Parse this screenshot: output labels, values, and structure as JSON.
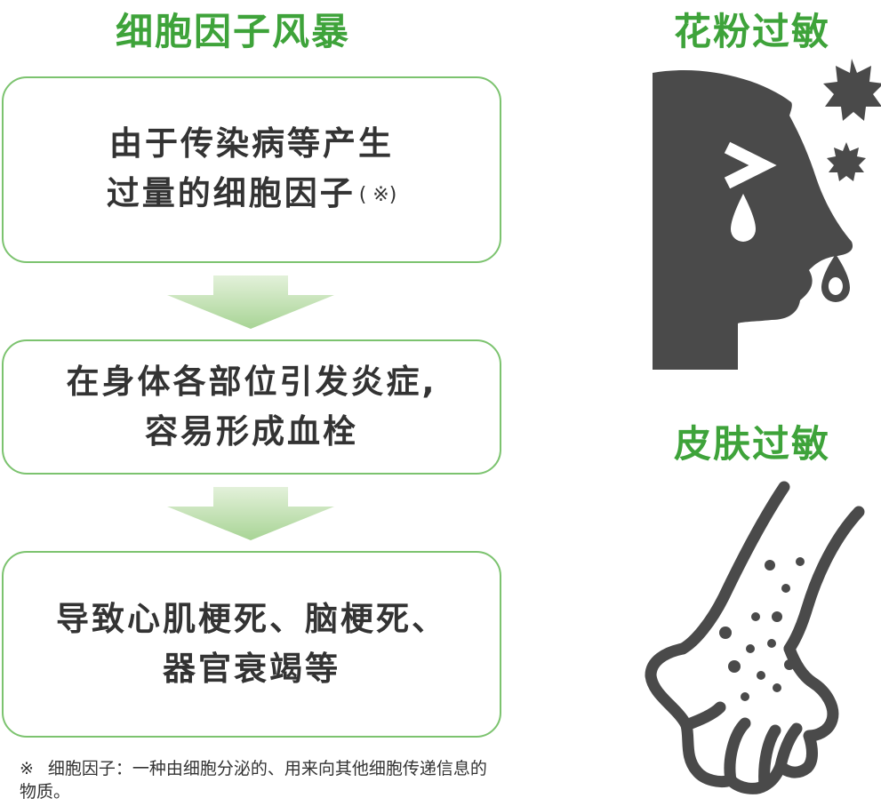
{
  "left_panel": {
    "title": "细胞因子风暴",
    "steps": [
      {
        "lines": [
          "由于传染病等产生",
          "过量的细胞因子"
        ],
        "note_mark": "( ※)"
      },
      {
        "lines": [
          "在身体各部位引发炎症,",
          "容易形成血栓"
        ]
      },
      {
        "lines": [
          "导致心肌梗死、脑梗死、",
          "器官衰竭等"
        ]
      }
    ],
    "footnote": {
      "mark": "※",
      "text": "细胞因子：一种由细胞分泌的、用来向其他细胞传递信息的物质。"
    }
  },
  "right_panel": {
    "pollen_title": "花粉过敏",
    "skin_title": "皮肤过敏"
  },
  "colors": {
    "accent_green": "#3ea33a",
    "box_border": "#7cc36f",
    "arrow_green": "#a8d495",
    "icon_gray": "#4a4a4a",
    "text": "#333333"
  },
  "icons": [
    "sneezing-face-icon",
    "pollen-icon",
    "tear-drop-icon",
    "nose-drip-icon",
    "rash-hand-icon"
  ]
}
